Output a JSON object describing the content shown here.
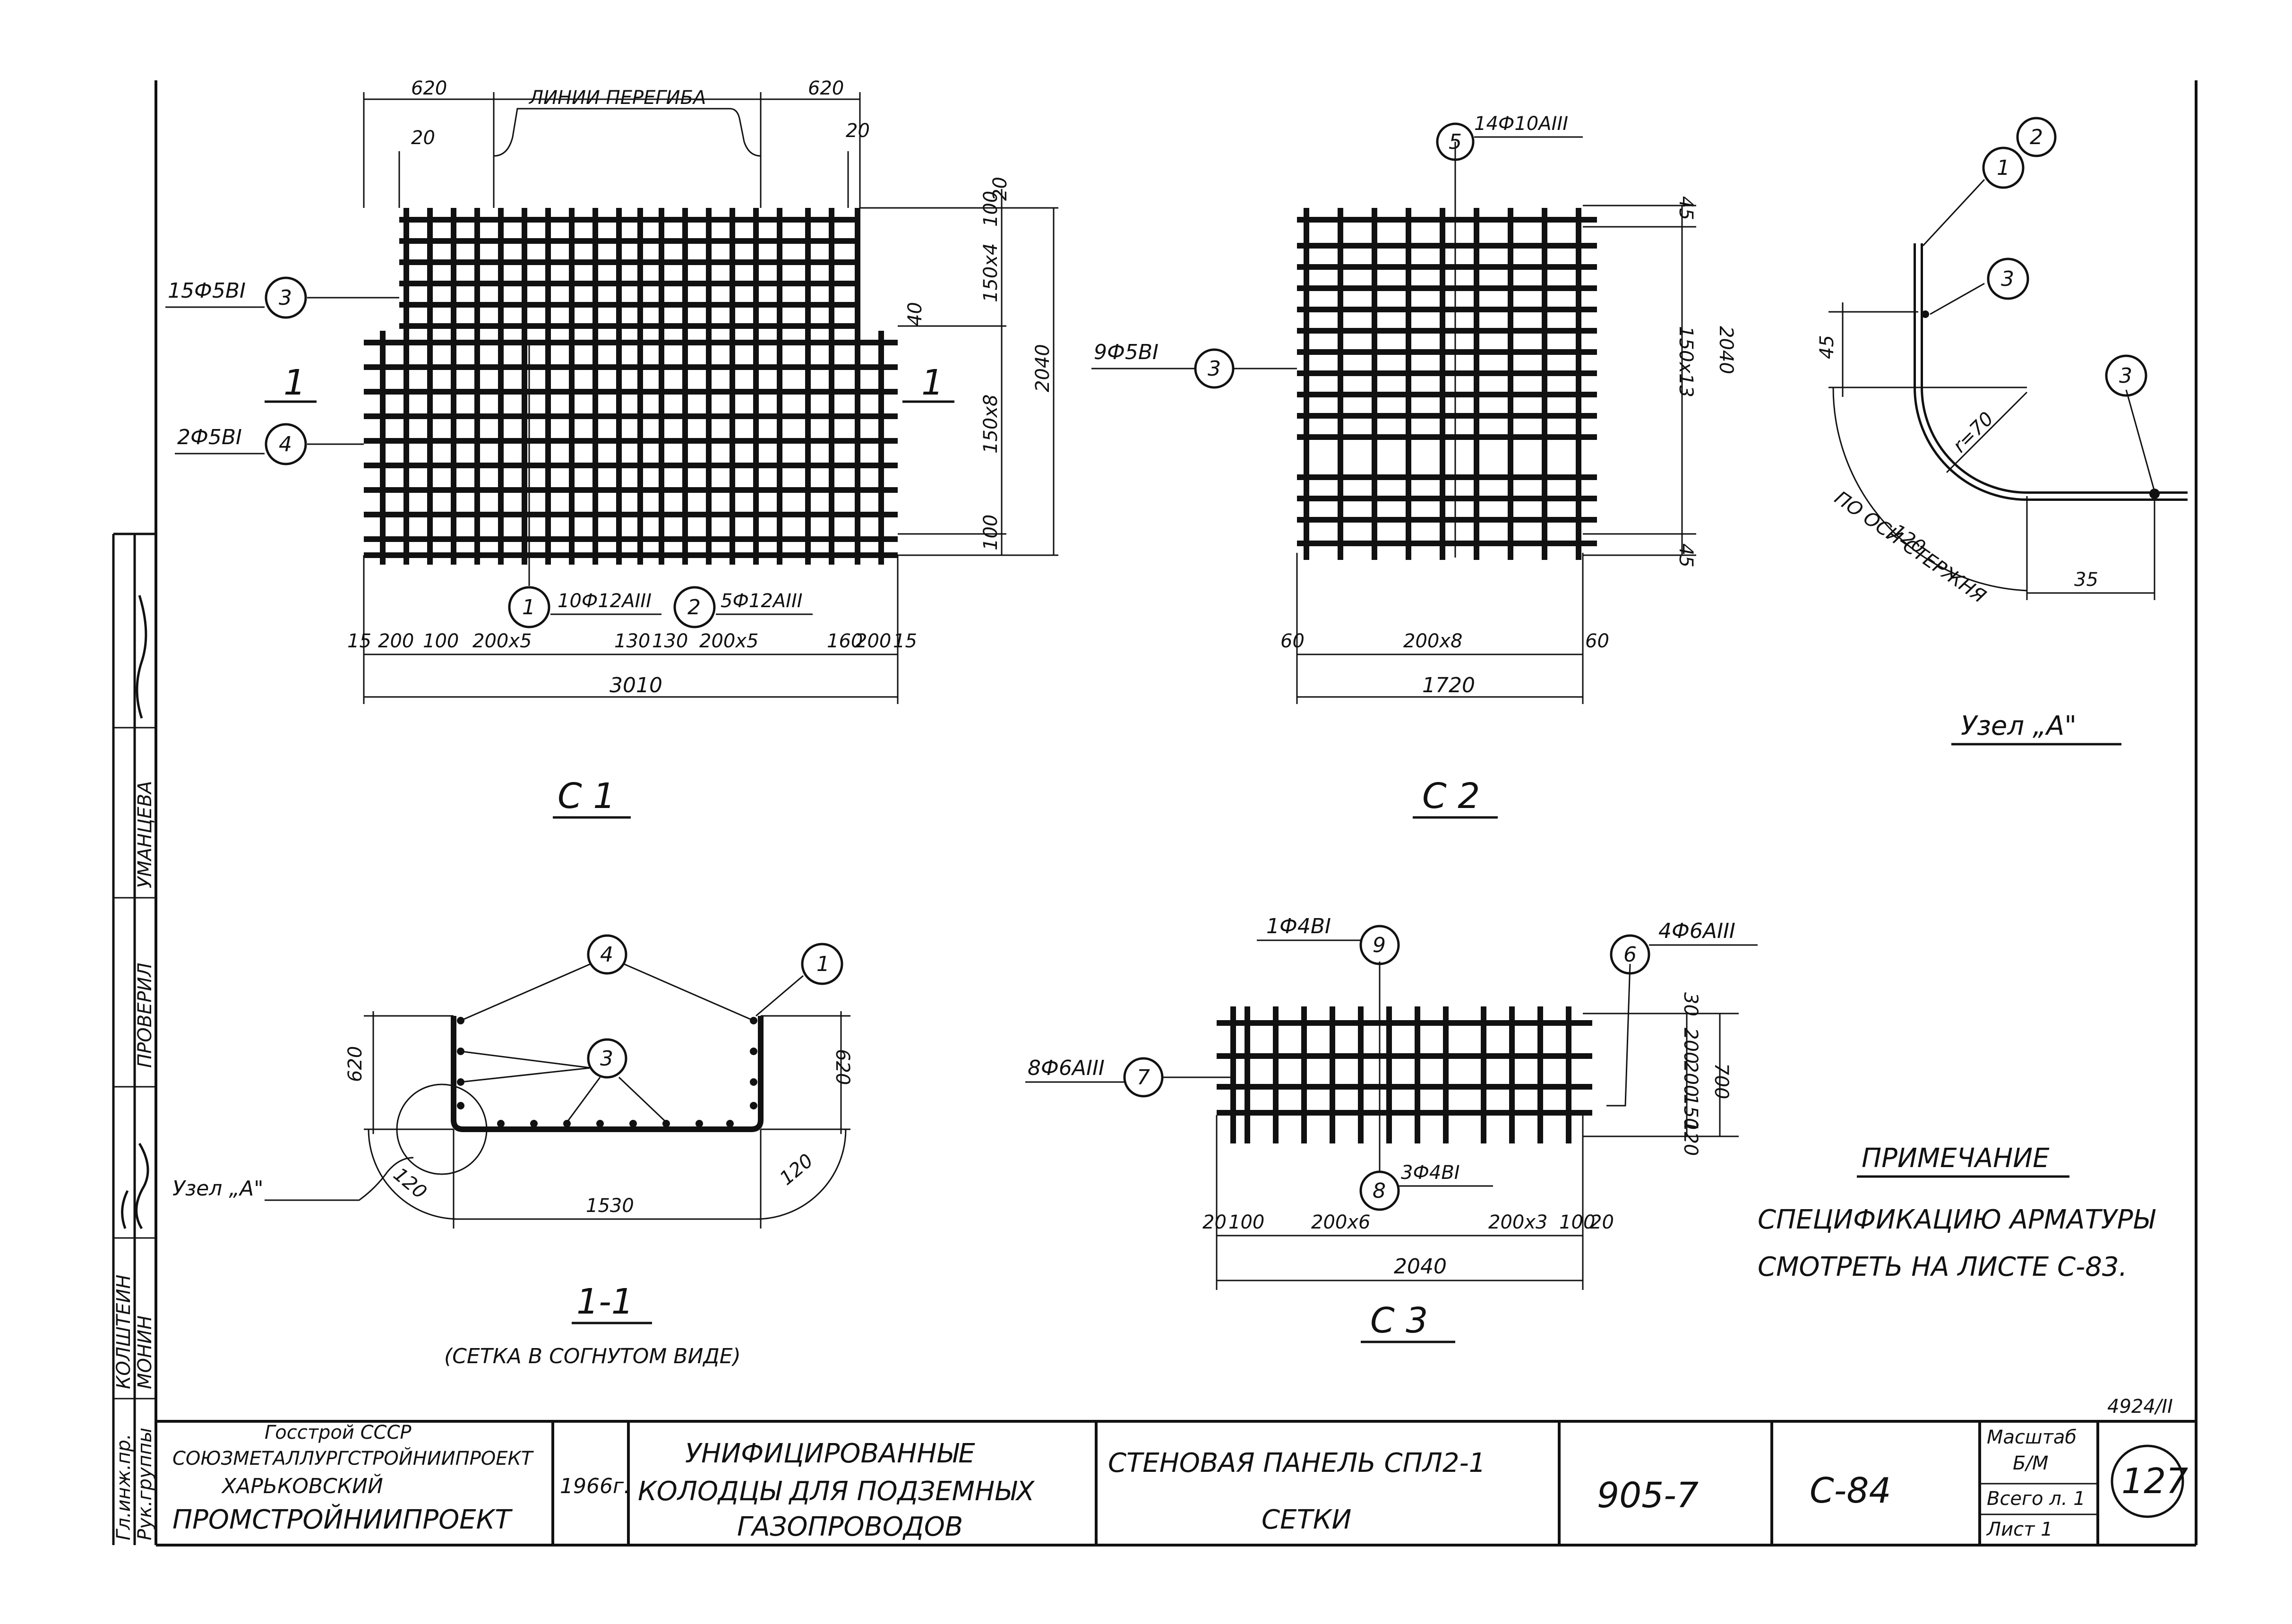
{
  "c1": {
    "title": "С 1",
    "dims": {
      "top_left": "620",
      "top_right": "620",
      "bend_lines": "ЛИНИИ ПЕРЕГИБА",
      "gap_left": "20",
      "gap_right": "20",
      "r_a": "20",
      "r_b": "150х4",
      "r_c": "100",
      "r_d": "2040",
      "r_e": "40",
      "r_f": "150х8",
      "r_g": "100",
      "b1": "15",
      "b2": "200",
      "b3": "100",
      "b4": "200х5",
      "b5": "130",
      "b6": "130",
      "b7": "200х5",
      "b8": "160",
      "b9": "200",
      "b10": "15",
      "total": "3010"
    },
    "section_left": "1",
    "section_right": "1",
    "callouts": [
      {
        "num": "3",
        "text": "15Ф5ВI"
      },
      {
        "num": "4",
        "text": "2Ф5ВI"
      },
      {
        "num": "1",
        "text": "10Ф12АIII"
      },
      {
        "num": "2",
        "text": "5Ф12АIII"
      }
    ]
  },
  "c2": {
    "title": "С 2",
    "dims": {
      "r_top": "45",
      "r_mid": "150х13",
      "r_total": "2040",
      "r_bot": "45",
      "b1": "60",
      "b2": "200х8",
      "b3": "60",
      "total": "1720"
    },
    "callouts": [
      {
        "num": "5",
        "text": "14Ф10АIII"
      },
      {
        "num": "3",
        "text": "9Ф5ВI"
      }
    ]
  },
  "node_a": {
    "title": "Узел „А\"",
    "dims": {
      "d45": "45",
      "radius": "r=70",
      "arc": "120",
      "arc_note": "ПО ОСИ СТЕРЖНЯ",
      "d35": "35"
    },
    "callouts": [
      "2",
      "1",
      "3",
      "3"
    ]
  },
  "s11": {
    "title": "1-1",
    "subtitle": "(СЕТКА В СОГНУТОМ ВИДЕ)",
    "node_label": "Узел „А\"",
    "dims": {
      "left": "620",
      "right": "620",
      "width": "1530",
      "bend_l": "120",
      "bend_r": "120"
    },
    "callouts": [
      "4",
      "1",
      "3"
    ]
  },
  "c3": {
    "title": "С 3",
    "dims": {
      "r1": "30",
      "r2": "200",
      "r3": "200",
      "r4": "150",
      "r5": "120",
      "total": "700",
      "b1": "20",
      "b2": "100",
      "b3": "200х6",
      "b4": "200х3",
      "b5": "100",
      "b6": "20",
      "width": "2040"
    },
    "callouts": [
      {
        "num": "9",
        "text": "1Ф4ВI"
      },
      {
        "num": "6",
        "text": "4Ф6АIII"
      },
      {
        "num": "7",
        "text": "8Ф6АIII"
      },
      {
        "num": "8",
        "text": "3Ф4ВI"
      }
    ]
  },
  "note": {
    "title": "ПРИМЕЧАНИЕ",
    "line1": "СПЕЦИФИКАЦИЮ АРМАТУРЫ",
    "line2": "СМОТРЕТЬ НА ЛИСТЕ С-83."
  },
  "side_stamp": [
    "Гл.инж.пр.",
    "КОЛШТЕЙН",
    "Рук.группы",
    "МОНИН",
    "ПРОВЕРИЛ",
    "УМАНЦЕВА"
  ],
  "sheet_code": "4924/II",
  "title_block": {
    "org1": "Госстрой СССР",
    "org2": "СОЮЗМЕТАЛЛУРГСТРОЙНИИПРОЕКТ",
    "org3": "ХАРЬКОВСКИЙ",
    "org4": "ПРОМСТРОЙНИИПРОЕКТ",
    "year": "1966г.",
    "project1": "УНИФИЦИРОВАННЫЕ",
    "project2": "КОЛОДЦЫ ДЛЯ ПОДЗЕМНЫХ",
    "project3": "ГАЗОПРОВОДОВ",
    "name1": "СТЕНОВАЯ ПАНЕЛЬ СПЛ2-1",
    "name2": "СЕТКИ",
    "series": "905-7",
    "sheet": "С-84",
    "scale_label": "Масштаб",
    "scale": "Б/М",
    "total_sheets": "Всего л. 1",
    "sheet_no": "Лист 1",
    "page": "127"
  }
}
